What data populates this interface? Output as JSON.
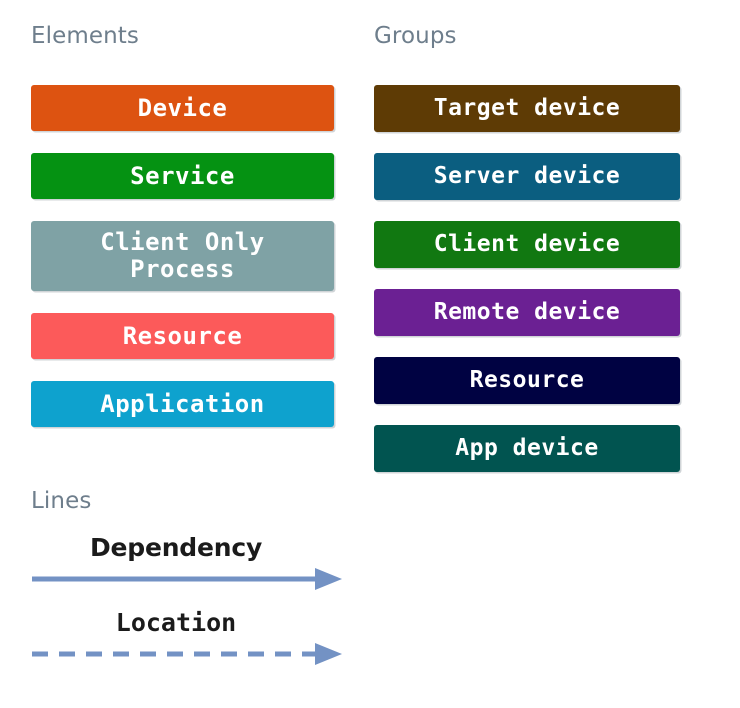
{
  "figure": {
    "kind": "legend",
    "background_color": "#ffffff",
    "heading_color": "#6e7e8c",
    "box_label_color": "#ffffff",
    "line_label_color": "#1b1b1b",
    "arrow_color": "#7392c4"
  },
  "sections": {
    "elements": {
      "heading": "Elements",
      "items": [
        {
          "label": "Device",
          "color": "#dd5311"
        },
        {
          "label": "Service",
          "color": "#059212"
        },
        {
          "label": "Client Only\nProcess",
          "color": "#7fa2a5"
        },
        {
          "label": "Resource",
          "color": "#fc5a5a"
        },
        {
          "label": "Application",
          "color": "#0ea2ce"
        }
      ]
    },
    "groups": {
      "heading": "Groups",
      "items": [
        {
          "label": "Target device",
          "color": "#5e3b05"
        },
        {
          "label": "Server device",
          "color": "#0b5e80"
        },
        {
          "label": "Client device",
          "color": "#117811"
        },
        {
          "label": "Remote device",
          "color": "#6b2093"
        },
        {
          "label": "Resource",
          "color": "#000242"
        },
        {
          "label": "App device",
          "color": "#015450"
        }
      ]
    },
    "lines": {
      "heading": "Lines",
      "items": [
        {
          "label": "Dependency",
          "style": "solid",
          "color": "#7392c4",
          "arrow": "right"
        },
        {
          "label": "Location",
          "style": "dashed",
          "color": "#7392c4",
          "arrow": "right"
        }
      ]
    }
  }
}
